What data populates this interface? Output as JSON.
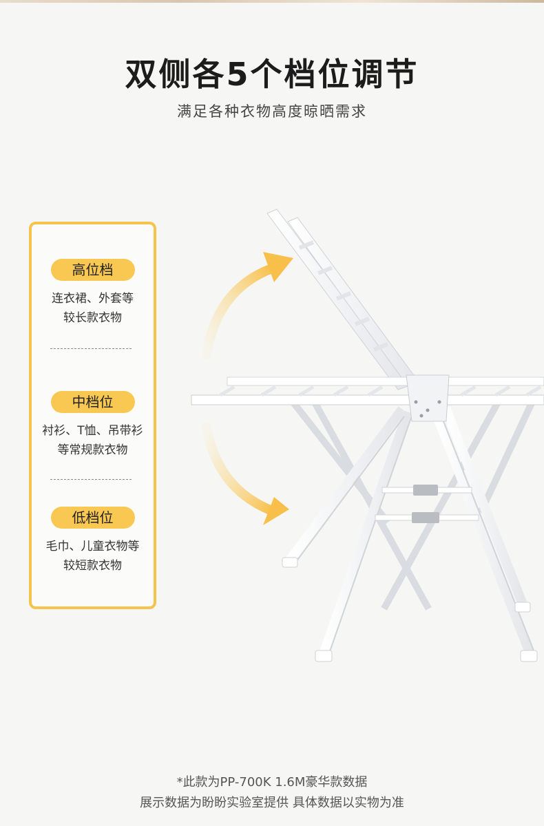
{
  "header": {
    "title": "双侧各5个档位调节",
    "subtitle": "满足各种衣物高度晾晒需求"
  },
  "levels": [
    {
      "label": "高位档",
      "desc_line1": "连衣裙、外套等",
      "desc_line2": "较长款衣物"
    },
    {
      "label": "中档位",
      "desc_line1": "衬衫、T恤、吊带衫",
      "desc_line2": "等常规款衣物"
    },
    {
      "label": "低档位",
      "desc_line1": "毛巾、儿童衣物等",
      "desc_line2": "较短款衣物"
    }
  ],
  "footnote": {
    "line1": "*此款为PP-700K 1.6M豪华款数据",
    "line2": "展示数据为盼盼实验室提供 具体数据以实物为准"
  },
  "colors": {
    "accent": "#f8c852",
    "card_border": "#f6c44d",
    "background": "#f6f6f4",
    "rack": "#ffffff"
  }
}
